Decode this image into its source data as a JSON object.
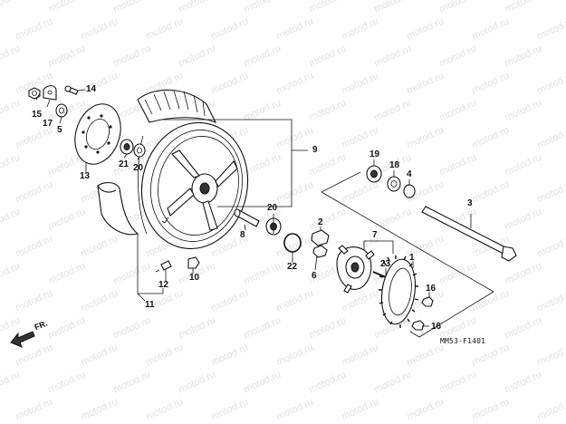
{
  "watermark": "motod.ru",
  "drawing_code": "MM53-F1401",
  "direction_label": "FR.",
  "callouts": {
    "c1": "1",
    "c2": "2",
    "c3": "3",
    "c4": "4",
    "c5": "5",
    "c6": "6",
    "c7": "7",
    "c8": "8",
    "c9": "9",
    "c10": "10",
    "c11": "11",
    "c12": "12",
    "c13": "13",
    "c14": "14",
    "c15": "15",
    "c16a": "16",
    "c16b": "16",
    "c17": "17",
    "c18": "18",
    "c19": "19",
    "c20a": "20",
    "c20b": "20",
    "c21": "21",
    "c22": "22",
    "c23": "23"
  }
}
